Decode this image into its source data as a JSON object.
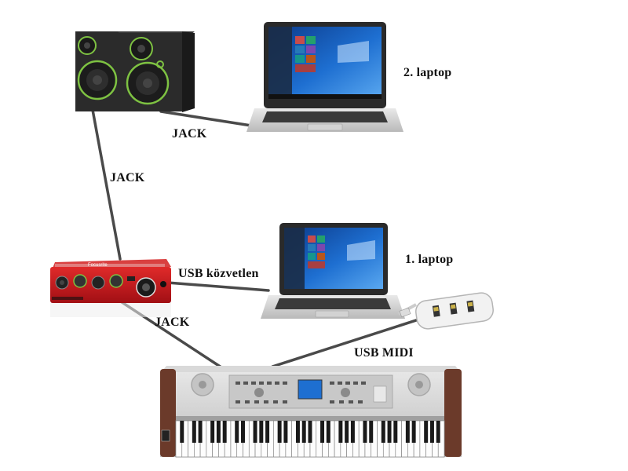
{
  "labels": {
    "laptop2": "2. laptop",
    "laptop1": "1. laptop",
    "jack_speakers_laptop": "JACK",
    "jack_speakers_interface": "JACK",
    "usb_direct": "USB közvetlen",
    "jack_interface_keyboard": "JACK",
    "usb_midi": "USB MIDI"
  },
  "devices": {
    "speakers": "studio-monitor-speakers",
    "laptop2": "laptop",
    "laptop1": "laptop",
    "audio_interface": "usb-audio-interface",
    "usb_hub": "usb-hub",
    "keyboard": "digital-piano-keyboard"
  },
  "colors": {
    "cable": "#4a4a4a",
    "speaker_body": "#2b2b2b",
    "speaker_accent": "#7ec242",
    "interface_red": "#c4161c",
    "keyboard_body": "#cfcfcf",
    "keyboard_wood": "#6b3a2a",
    "screen_blue": "#1e6fd1"
  }
}
